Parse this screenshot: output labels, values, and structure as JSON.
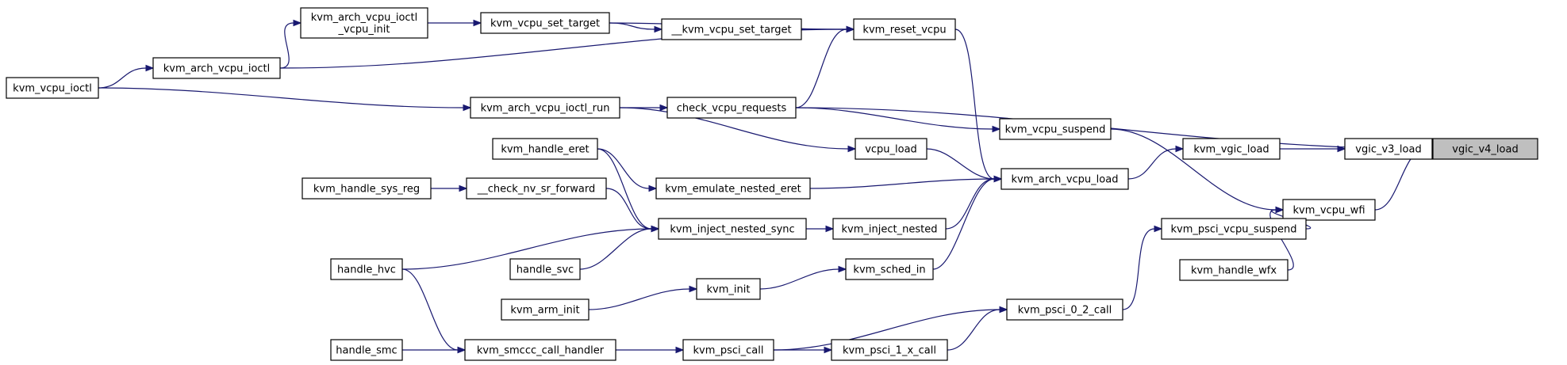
{
  "graph": {
    "title": "",
    "colors": {
      "edge": "#191970",
      "node_border": "#000000",
      "node_fill": "#ffffff",
      "root_fill": "#bfbfbf"
    },
    "nodes": [
      {
        "id": "vgic_v4_load",
        "label": "vgic_v4_load"
      },
      {
        "id": "vgic_v3_load",
        "label": "vgic_v3_load"
      },
      {
        "id": "kvm_vcpu_wfi",
        "label": "kvm_vcpu_wfi"
      },
      {
        "id": "kvm_vgic_load",
        "label": "kvm_vgic_load"
      },
      {
        "id": "kvm_psci_vcpu_suspend",
        "label": "kvm_psci_vcpu_suspend"
      },
      {
        "id": "kvm_handle_wfx",
        "label": "kvm_handle_wfx"
      },
      {
        "id": "kvm_arch_vcpu_load",
        "label": "kvm_arch_vcpu_load"
      },
      {
        "id": "kvm_vcpu_suspend",
        "label": "kvm_vcpu_suspend"
      },
      {
        "id": "kvm_psci_0_2_call",
        "label": "kvm_psci_0_2_call"
      },
      {
        "id": "kvm_reset_vcpu",
        "label": "kvm_reset_vcpu"
      },
      {
        "id": "vcpu_load",
        "label": "vcpu_load"
      },
      {
        "id": "kvm_emulate_nested_eret",
        "label": "kvm_emulate_nested_eret"
      },
      {
        "id": "kvm_inject_nested",
        "label": "kvm_inject_nested"
      },
      {
        "id": "kvm_sched_in",
        "label": "kvm_sched_in"
      },
      {
        "id": "kvm_psci_1_x_call",
        "label": "kvm_psci_1_x_call"
      },
      {
        "id": "kvm_psci_call",
        "label": "kvm_psci_call"
      },
      {
        "id": "check_vcpu_requests",
        "label": "check_vcpu_requests"
      },
      {
        "id": "kvm_inject_nested_sync",
        "label": "kvm_inject_nested_sync"
      },
      {
        "id": "kvm_init",
        "label": "kvm_init"
      },
      {
        "id": "kvm_smccc_call_handler",
        "label": "kvm_smccc_call_handler"
      },
      {
        "id": "__kvm_vcpu_set_target",
        "label": "__kvm_vcpu_set_target"
      },
      {
        "id": "kvm_vcpu_set_target",
        "label": "kvm_vcpu_set_target"
      },
      {
        "id": "kvm_arch_vcpu_ioctl_run",
        "label": "kvm_arch_vcpu_ioctl_run"
      },
      {
        "id": "kvm_handle_eret",
        "label": "kvm_handle_eret"
      },
      {
        "id": "__check_nv_sr_forward",
        "label": "__check_nv_sr_forward"
      },
      {
        "id": "handle_svc",
        "label": "handle_svc"
      },
      {
        "id": "kvm_arm_init",
        "label": "kvm_arm_init"
      },
      {
        "id": "handle_hvc",
        "label": "handle_hvc"
      },
      {
        "id": "handle_smc",
        "label": "handle_smc"
      },
      {
        "id": "kvm_handle_sys_reg",
        "label": "kvm_handle_sys_reg"
      },
      {
        "id": "kvm_arch_vcpu_ioctl_vcpu_init",
        "label": "kvm_arch_vcpu_ioctl\n_vcpu_init"
      },
      {
        "id": "kvm_arch_vcpu_ioctl",
        "label": "kvm_arch_vcpu_ioctl"
      },
      {
        "id": "kvm_vcpu_ioctl",
        "label": "kvm_vcpu_ioctl"
      }
    ],
    "edges": [
      {
        "from": "vgic_v3_load",
        "to": "vgic_v4_load"
      },
      {
        "from": "kvm_vcpu_wfi",
        "to": "vgic_v4_load"
      },
      {
        "from": "check_vcpu_requests",
        "to": "vgic_v4_load"
      },
      {
        "from": "kvm_vgic_load",
        "to": "vgic_v3_load"
      },
      {
        "from": "kvm_vcpu_suspend",
        "to": "kvm_vcpu_wfi"
      },
      {
        "from": "kvm_psci_vcpu_suspend",
        "to": "kvm_vcpu_wfi"
      },
      {
        "from": "kvm_handle_wfx",
        "to": "kvm_vcpu_wfi"
      },
      {
        "from": "kvm_arch_vcpu_load",
        "to": "kvm_vgic_load"
      },
      {
        "from": "kvm_psci_0_2_call",
        "to": "kvm_psci_vcpu_suspend"
      },
      {
        "from": "kvm_reset_vcpu",
        "to": "kvm_arch_vcpu_load"
      },
      {
        "from": "vcpu_load",
        "to": "kvm_arch_vcpu_load"
      },
      {
        "from": "kvm_emulate_nested_eret",
        "to": "kvm_arch_vcpu_load"
      },
      {
        "from": "kvm_inject_nested",
        "to": "kvm_arch_vcpu_load"
      },
      {
        "from": "kvm_sched_in",
        "to": "kvm_arch_vcpu_load"
      },
      {
        "from": "check_vcpu_requests",
        "to": "kvm_vcpu_suspend"
      },
      {
        "from": "kvm_psci_1_x_call",
        "to": "kvm_psci_0_2_call"
      },
      {
        "from": "kvm_psci_call",
        "to": "kvm_psci_0_2_call"
      },
      {
        "from": "__kvm_vcpu_set_target",
        "to": "kvm_reset_vcpu"
      },
      {
        "from": "kvm_vcpu_set_target",
        "to": "kvm_reset_vcpu"
      },
      {
        "from": "kvm_arch_vcpu_ioctl",
        "to": "kvm_reset_vcpu"
      },
      {
        "from": "check_vcpu_requests",
        "to": "kvm_reset_vcpu"
      },
      {
        "from": "kvm_arch_vcpu_ioctl_run",
        "to": "vcpu_load"
      },
      {
        "from": "kvm_handle_eret",
        "to": "kvm_emulate_nested_eret"
      },
      {
        "from": "kvm_inject_nested_sync",
        "to": "kvm_inject_nested"
      },
      {
        "from": "kvm_init",
        "to": "kvm_sched_in"
      },
      {
        "from": "kvm_psci_call",
        "to": "kvm_psci_1_x_call"
      },
      {
        "from": "kvm_smccc_call_handler",
        "to": "kvm_psci_call"
      },
      {
        "from": "kvm_arch_vcpu_ioctl_run",
        "to": "check_vcpu_requests"
      },
      {
        "from": "kvm_handle_eret",
        "to": "kvm_inject_nested_sync"
      },
      {
        "from": "__check_nv_sr_forward",
        "to": "kvm_inject_nested_sync"
      },
      {
        "from": "handle_hvc",
        "to": "kvm_inject_nested_sync"
      },
      {
        "from": "handle_svc",
        "to": "kvm_inject_nested_sync"
      },
      {
        "from": "kvm_arm_init",
        "to": "kvm_init"
      },
      {
        "from": "handle_hvc",
        "to": "kvm_smccc_call_handler"
      },
      {
        "from": "handle_smc",
        "to": "kvm_smccc_call_handler"
      },
      {
        "from": "kvm_vcpu_set_target",
        "to": "__kvm_vcpu_set_target"
      },
      {
        "from": "kvm_arch_vcpu_ioctl_vcpu_init",
        "to": "kvm_vcpu_set_target"
      },
      {
        "from": "kvm_vcpu_ioctl",
        "to": "kvm_arch_vcpu_ioctl_run"
      },
      {
        "from": "kvm_handle_sys_reg",
        "to": "__check_nv_sr_forward"
      },
      {
        "from": "kvm_arch_vcpu_ioctl",
        "to": "kvm_arch_vcpu_ioctl_vcpu_init"
      },
      {
        "from": "kvm_vcpu_ioctl",
        "to": "kvm_arch_vcpu_ioctl"
      }
    ]
  }
}
